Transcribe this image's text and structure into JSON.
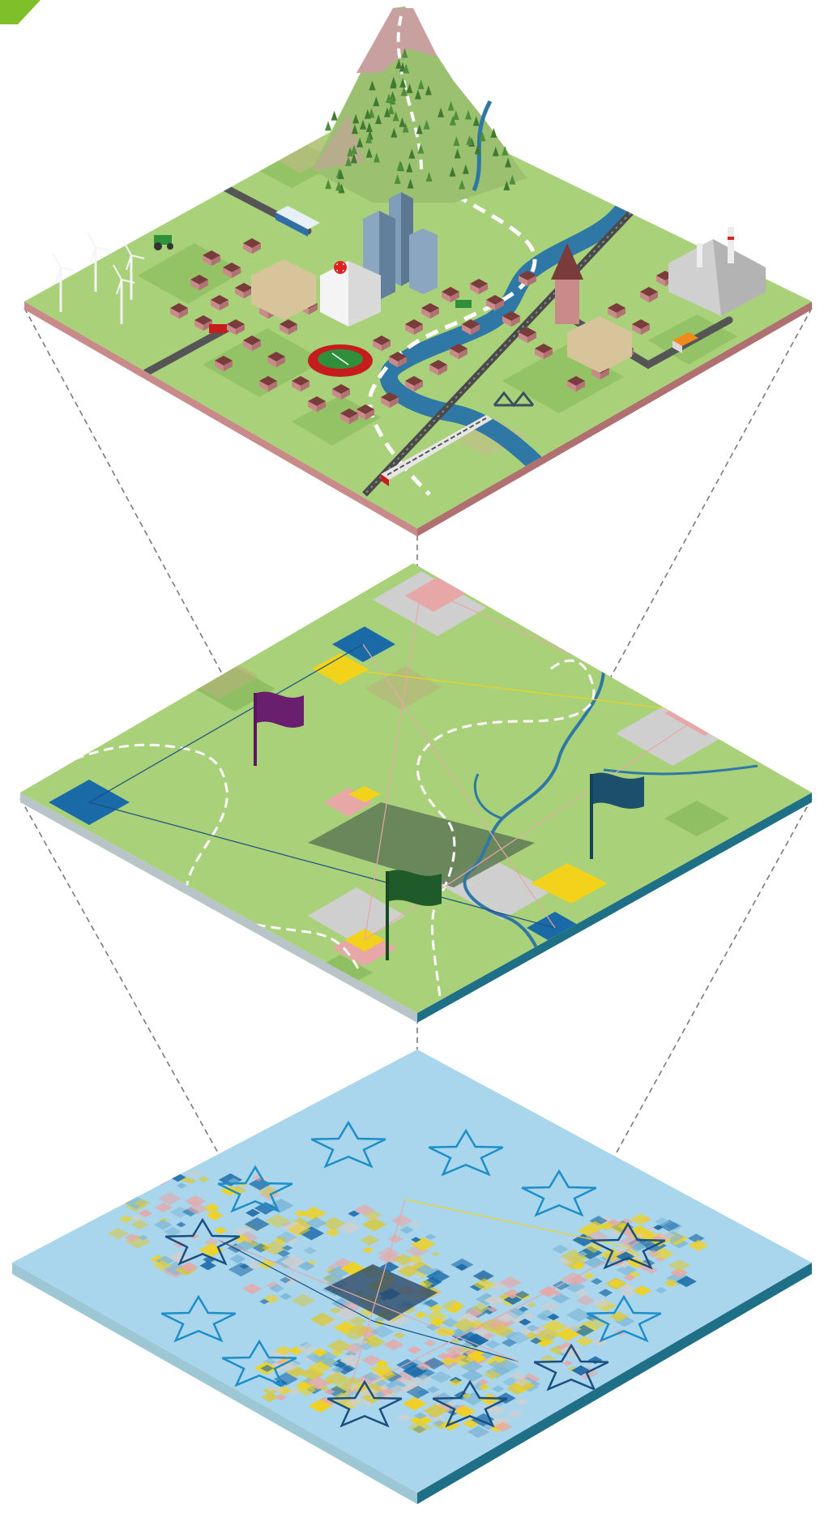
{
  "figure": {
    "description_visible_text": "",
    "layers": [
      {
        "id": "city",
        "kind": "isometric-city-tile",
        "elements": [
          "mountain",
          "forest",
          "river",
          "dashed-path",
          "roads",
          "railway",
          "train",
          "bridge",
          "bus",
          "tractor",
          "wind-turbines",
          "skyscrapers",
          "hospital",
          "stadium",
          "church",
          "houses",
          "factory",
          "truck",
          "cars",
          "fields"
        ]
      },
      {
        "id": "regional",
        "kind": "isometric-region-tile",
        "elements": [
          "fields",
          "river",
          "dashed-borders",
          "flags",
          "colored-zones",
          "network-lines"
        ]
      },
      {
        "id": "europe",
        "kind": "isometric-continent-tile",
        "elements": [
          "stars",
          "data-mosaic",
          "network-lines"
        ]
      }
    ],
    "flags": [
      {
        "name": "purple-flag",
        "color": "#6a1f6e"
      },
      {
        "name": "teal-flag",
        "color": "#1b4f6b"
      },
      {
        "name": "green-flag",
        "color": "#1e5a2a"
      }
    ],
    "palette": {
      "grass": "#a8d17a",
      "grass_dark": "#8fbf62",
      "river": "#2f78a6",
      "building": "#c98a8a",
      "roof": "#7a3b3b",
      "blue_zone": "#1a6aa8",
      "yellow_zone": "#f2d21a",
      "pink_zone": "#e8a7a7",
      "grey_zone": "#cfcfcf",
      "sky_tile": "#a9d6ec",
      "star_stroke": "#1c8fc9",
      "corner_accent": "#7fbf2a"
    }
  }
}
